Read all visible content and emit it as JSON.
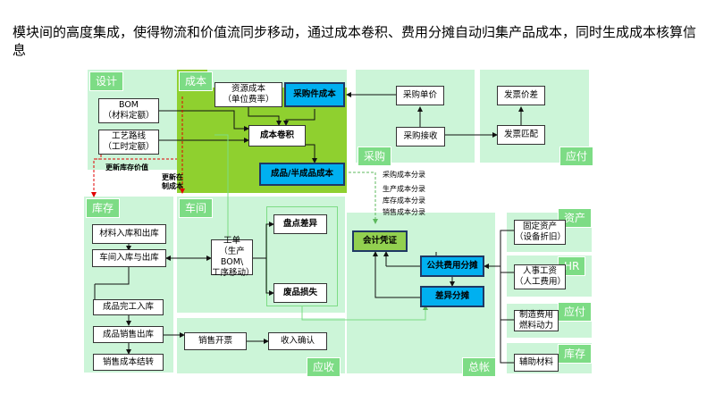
{
  "title": "模块间的高度集成，使得物流和价值流同步移动，通过成本卷积、费用分摊自动归集产品成本，同时生成成本核算信息",
  "zones": {
    "design": "设计",
    "cost": "成本",
    "purchase": "采购",
    "payable_top": "应付",
    "inventory": "库存",
    "workshop": "车间",
    "receivable": "应收",
    "ledger": "总帐",
    "assets": "资产",
    "hr": "HR",
    "payable_side": "应付",
    "inventory_side": "库存"
  },
  "boxes": {
    "bom": "BOM\n（材料定额）",
    "routing": "工艺路线\n（工时定额）",
    "resource_cost": "资源成本\n（单位费率）",
    "purchase_cost": "采购件成本",
    "cost_rollup": "成本卷积",
    "product_cost": "成品/半成品成本",
    "purchase_price": "采购单价",
    "purchase_receipt": "采购接收",
    "invoice_variance": "发票价差",
    "invoice_match": "发票匹配",
    "material_io": "材料入库和出库",
    "workshop_io": "车间入库与出库",
    "finished_in": "成品完工入库",
    "finished_sales_out": "成品销售出库",
    "sales_cost_carryover": "销售成本结转",
    "work_order": "工单\n（生产BOM\\\n工序移动）",
    "inventory_diff": "盘点差异",
    "scrap_loss": "废品损失",
    "sales_invoice": "销售开票",
    "revenue_confirm": "收入确认",
    "voucher": "会计凭证",
    "common_expense": "公共费用分摊",
    "variance_alloc": "差异分摊",
    "fixed_assets": "固定资产\n（设备折旧）",
    "labor_wages": "人事工资\n（人工费用）",
    "mfg_expense": "制造费用\n燃料动力",
    "aux_materials": "辅助材料"
  },
  "notes": {
    "update_inventory_value": "更新库存价值",
    "update_mfg_cost": "更新在\n制成本",
    "purchase_cost_entry": "采购成本分录",
    "production_cost_entry": "生产成本分录",
    "inventory_cost_entry": "库存成本分录",
    "sales_cost_entry": "销售成本分录"
  }
}
